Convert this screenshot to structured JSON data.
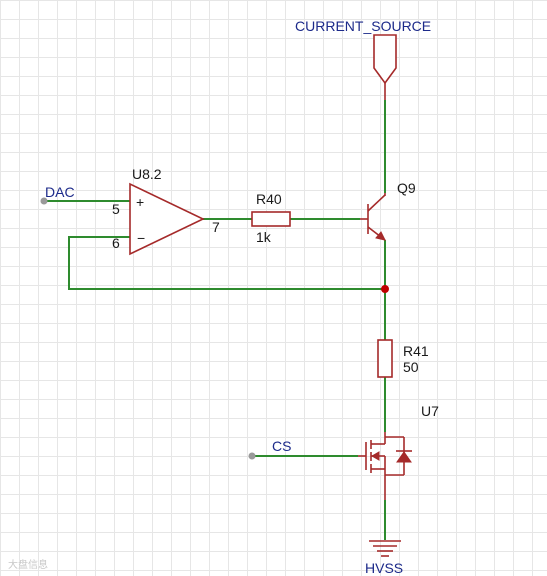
{
  "nets": {
    "current_source": "CURRENT_SOURCE",
    "dac": "DAC",
    "cs": "CS",
    "hvss": "HVSS"
  },
  "components": {
    "opamp": {
      "ref": "U8.2",
      "pin_plus": "5",
      "pin_minus": "6",
      "pin_out": "7",
      "plus_sign": "+",
      "minus_sign": "−"
    },
    "r40": {
      "ref": "R40",
      "value": "1k"
    },
    "q9": {
      "ref": "Q9"
    },
    "r41": {
      "ref": "R41",
      "value": "50"
    },
    "u7": {
      "ref": "U7"
    }
  },
  "watermark": "大盘信息"
}
